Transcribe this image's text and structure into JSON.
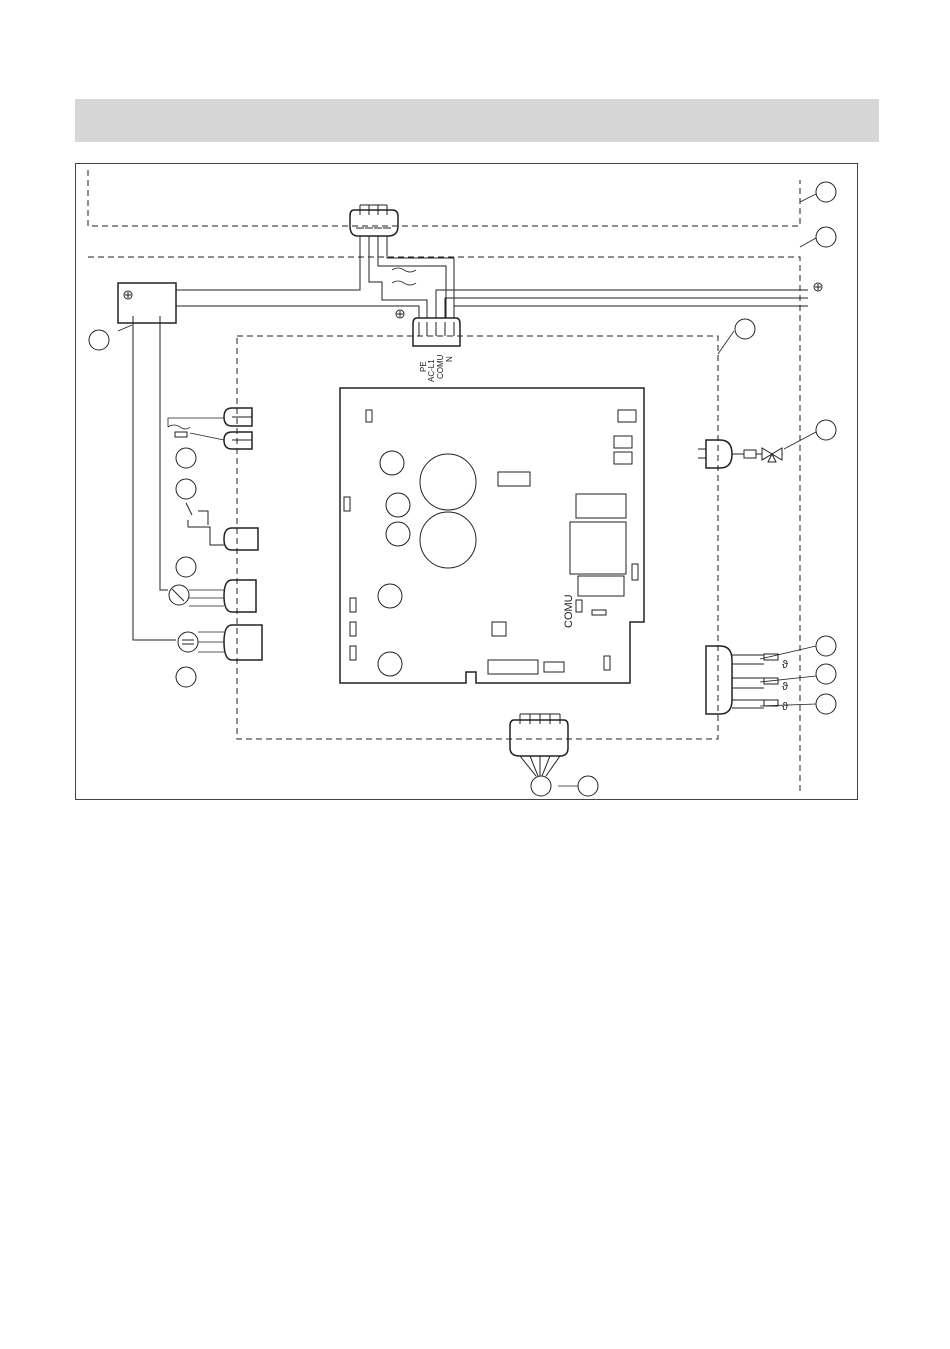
{
  "header": {
    "title": ""
  },
  "terminal_labels": {
    "pe": "PE",
    "ac_l1": "AC-L1",
    "comu": "COMU",
    "n": "N"
  },
  "board_label": "COMU",
  "ground_symbol": "⏚",
  "colors": {
    "line": "#222222",
    "bar": "#d6d6d6",
    "frame": "#444444"
  },
  "icons": [
    "ground-icon",
    "compressor-icon",
    "fan-motor-icon",
    "three-way-valve-icon",
    "thermistor-icon",
    "pressure-switch-icon"
  ]
}
